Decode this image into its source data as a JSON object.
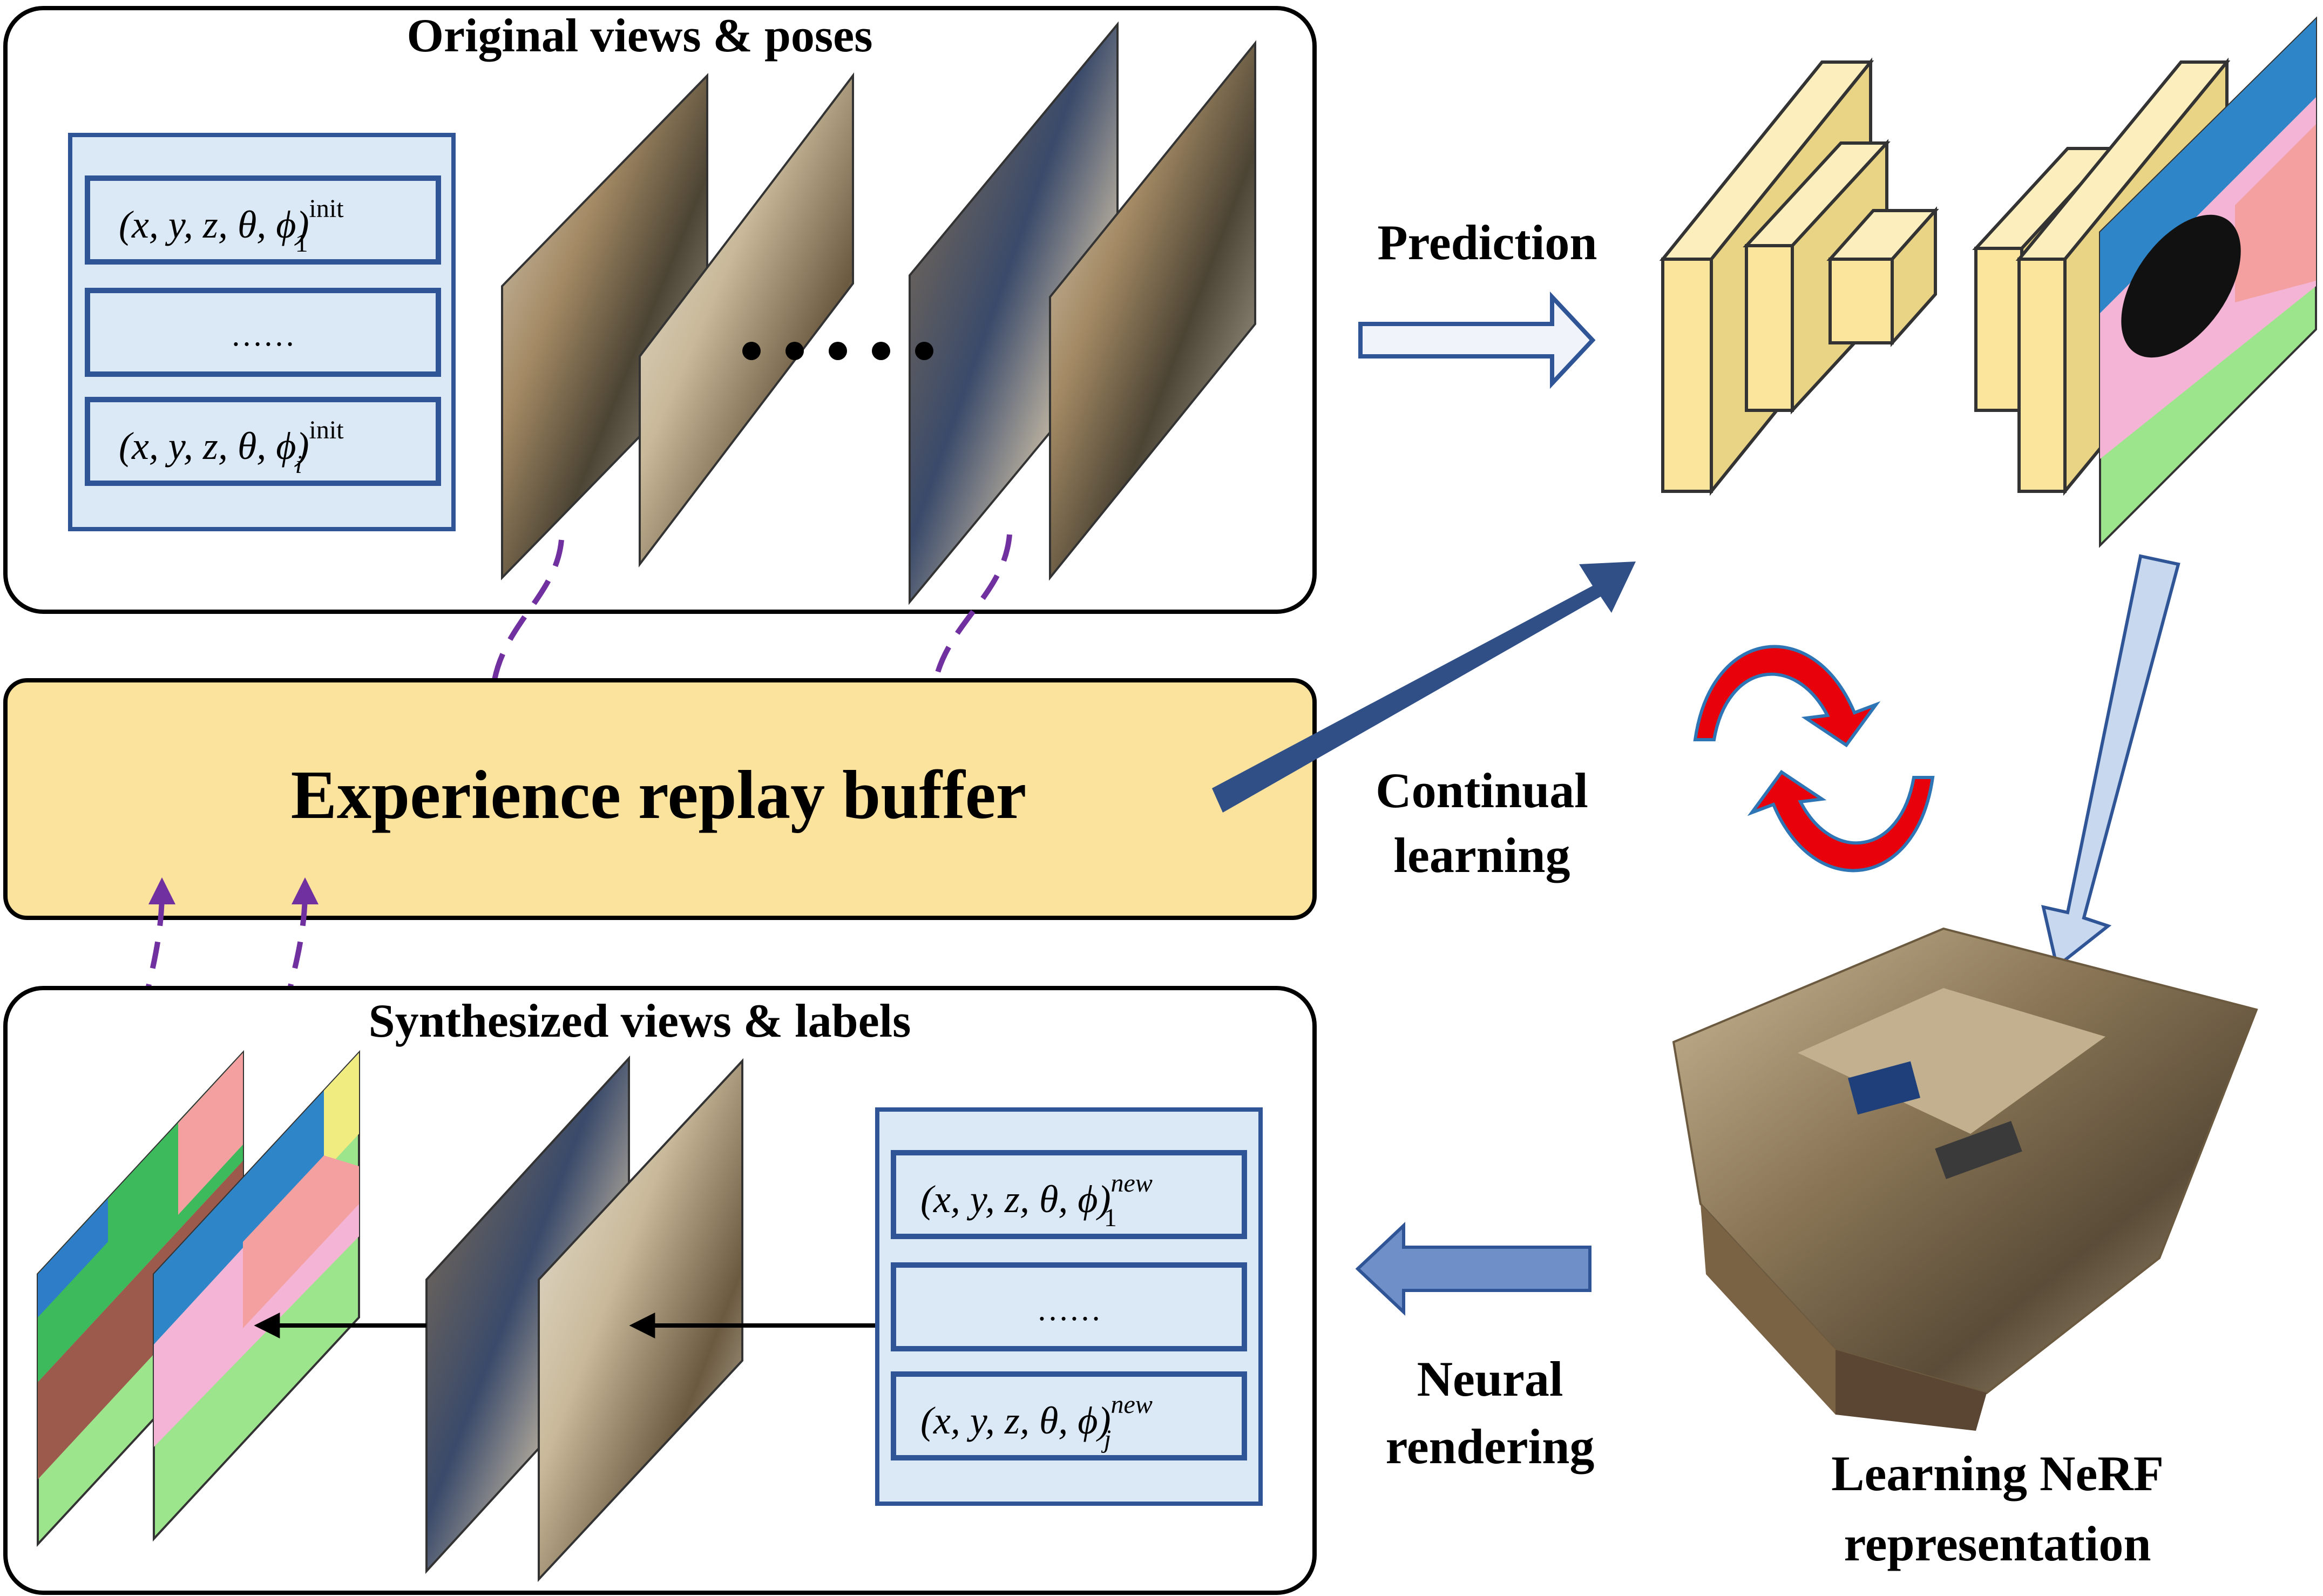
{
  "panels": {
    "original_title": "Original views & poses",
    "synth_title": "Synthesized views & labels",
    "buffer_label": "Experience replay buffer"
  },
  "labels": {
    "prediction": "Prediction",
    "continual_1": "Continual",
    "continual_2": "learning",
    "neural_1": "Neural",
    "neural_2": "rendering",
    "nerf_1": "Learning NeRF",
    "nerf_2": "representation"
  },
  "poses_init": {
    "first": {
      "base": "(x, y, z, θ, ϕ)",
      "sup": "init",
      "sub": "1"
    },
    "ellipsis": "……",
    "last": {
      "base": "(x, y, z, θ, ϕ)",
      "sup": "init",
      "sub": "i"
    }
  },
  "poses_new": {
    "first": {
      "base": "(x, y, z, θ, ϕ)",
      "sup": "new",
      "sub": "1"
    },
    "ellipsis": "……",
    "last": {
      "base": "(x, y, z, θ, ϕ)",
      "sup": "new",
      "sub": "j"
    }
  },
  "colors": {
    "buffer_fill": "#fbe39e",
    "pose_box_fill": "#dbe8f6",
    "pose_box_stroke": "#2f5597",
    "network_fill": "#fbe49c",
    "dashed_arrow": "#7030a0",
    "dark_arrow": "#2f4f86",
    "light_arrow": "#c8d8ee",
    "cycle_arrow_red": "#e8000b",
    "cycle_arrow_blue": "#2e75b6"
  }
}
